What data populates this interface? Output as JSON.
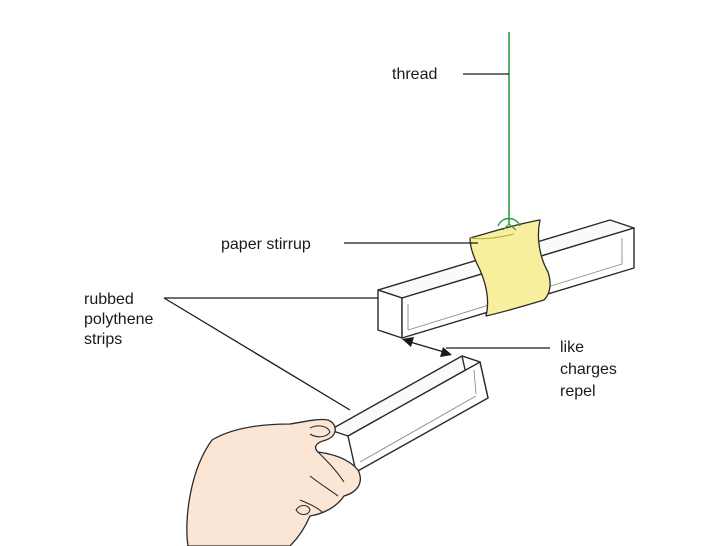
{
  "labels": {
    "thread": "thread",
    "paper_stirrup": "paper stirrup",
    "rubbed_line1": "rubbed",
    "rubbed_line2": "polythene",
    "rubbed_line3": "strips",
    "repel_line1": "like",
    "repel_line2": "charges",
    "repel_line3": "repel"
  },
  "colors": {
    "thread": "#2e9e3e",
    "stirrup": "#f7ef9e",
    "skin": "#fbe6d6",
    "strip": "#ffffff",
    "outline": "#2a2a2a"
  }
}
